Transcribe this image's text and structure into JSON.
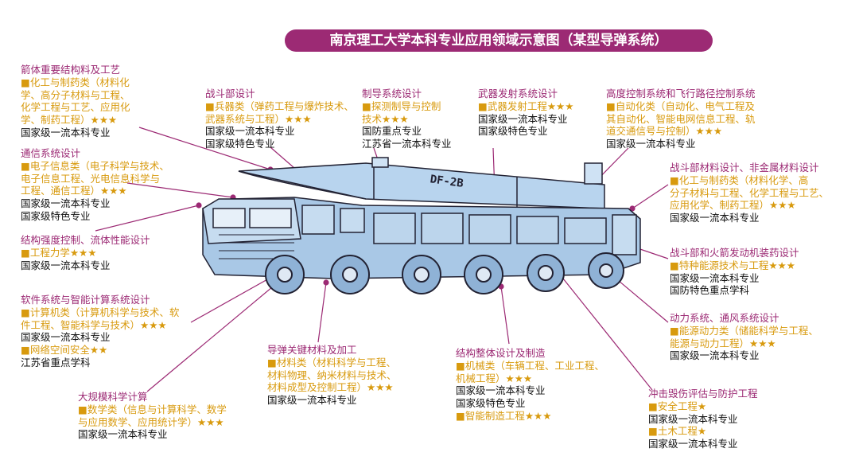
{
  "title": "南京理工大学本科专业应用领域示意图（某型导弹系统）",
  "missile_marking": "DF-2B",
  "annotations": [
    {
      "id": "a1",
      "heading": "箭体重要结构料及工艺",
      "lines": [
        {
          "t": "m",
          "v": "化工与制药类（材料化"
        },
        {
          "t": "m2",
          "v": "学、高分子材料与工程、"
        },
        {
          "t": "m2",
          "v": "化学工程与工艺、应用化"
        },
        {
          "t": "m2",
          "v": "学、制药工程）★★★"
        },
        {
          "t": "k",
          "v": "国家级一流本科专业"
        }
      ]
    },
    {
      "id": "a2",
      "heading": "通信系统设计",
      "lines": [
        {
          "t": "m",
          "v": "电子信息类（电子科学与技术、"
        },
        {
          "t": "m2",
          "v": "电子信息工程、光电信息科学与"
        },
        {
          "t": "m2",
          "v": "工程、通信工程）★★★"
        },
        {
          "t": "k",
          "v": "国家级一流本科专业"
        },
        {
          "t": "k",
          "v": "国家级特色专业"
        }
      ]
    },
    {
      "id": "a3",
      "heading": "结构强度控制、流体性能设计",
      "lines": [
        {
          "t": "m",
          "v": "工程力学★★★"
        },
        {
          "t": "k",
          "v": "国家级一流本科专业"
        }
      ]
    },
    {
      "id": "a4",
      "heading": "软件系统与智能计算系统设计",
      "lines": [
        {
          "t": "m",
          "v": "计算机类（计算机科学与技术、软"
        },
        {
          "t": "m2",
          "v": "件工程、智能科学与技术）★★★"
        },
        {
          "t": "k",
          "v": "国家级一流本科专业"
        },
        {
          "t": "m",
          "v": "网络空间安全★★"
        },
        {
          "t": "k",
          "v": "江苏省重点学科"
        }
      ]
    },
    {
      "id": "a5",
      "heading": "大规模科学计算",
      "lines": [
        {
          "t": "m",
          "v": "数学类（信息与计算科学、数学"
        },
        {
          "t": "m2",
          "v": "与应用数学、应用统计学）★★★"
        },
        {
          "t": "k",
          "v": "国家级一流本科专业"
        }
      ]
    },
    {
      "id": "a6",
      "heading": "战斗部设计",
      "lines": [
        {
          "t": "m",
          "v": "兵器类（弹药工程与爆炸技术、"
        },
        {
          "t": "m2",
          "v": "武器系统与工程）★★★"
        },
        {
          "t": "k",
          "v": "国家级一流本科专业"
        },
        {
          "t": "k",
          "v": "国家级特色专业"
        }
      ]
    },
    {
      "id": "a7",
      "heading": "制导系统设计",
      "lines": [
        {
          "t": "m",
          "v": "探测制导与控制"
        },
        {
          "t": "m2",
          "v": "技术★★★"
        },
        {
          "t": "k",
          "v": "国防重点专业"
        },
        {
          "t": "k",
          "v": "江苏省一流本科专业"
        }
      ]
    },
    {
      "id": "a8",
      "heading": "武器发射系统设计",
      "lines": [
        {
          "t": "m",
          "v": "武器发射工程★★★"
        },
        {
          "t": "k",
          "v": "国家级一流本科专业"
        },
        {
          "t": "k",
          "v": "国家级特色专业"
        }
      ]
    },
    {
      "id": "a9",
      "heading": "高度控制系统和飞行路径控制系统",
      "lines": [
        {
          "t": "m",
          "v": "自动化类（自动化、电气工程及"
        },
        {
          "t": "m2",
          "v": "其自动化、智能电网信息工程、轨"
        },
        {
          "t": "m2",
          "v": "道交通信号与控制）★★★"
        },
        {
          "t": "k",
          "v": "国家级一流本科专业"
        }
      ]
    },
    {
      "id": "a10",
      "heading": "战斗部材料设计、非金属材料设计",
      "lines": [
        {
          "t": "m",
          "v": "化工与制药类（材料化学、高"
        },
        {
          "t": "m2",
          "v": "分子材料与工程、化学工程与工艺、"
        },
        {
          "t": "m2",
          "v": "应用化学、制药工程）★★★"
        },
        {
          "t": "k",
          "v": "国家级一流本科专业"
        }
      ]
    },
    {
      "id": "a11",
      "heading": "战斗部和火箭发动机装药设计",
      "lines": [
        {
          "t": "m",
          "v": "特种能源技术与工程★★★"
        },
        {
          "t": "k",
          "v": "国家级一流本科专业"
        },
        {
          "t": "k",
          "v": "国防特色重点学科"
        }
      ]
    },
    {
      "id": "a12",
      "heading": "动力系统、通风系统设计",
      "lines": [
        {
          "t": "m",
          "v": "能源动力类（储能科学与工程、"
        },
        {
          "t": "m2",
          "v": "能源与动力工程）★★★"
        },
        {
          "t": "k",
          "v": "国家级一流本科专业"
        }
      ]
    },
    {
      "id": "a13",
      "heading": "导弹关键材料及加工",
      "lines": [
        {
          "t": "m",
          "v": "材料类（材料科学与工程、"
        },
        {
          "t": "m2",
          "v": "材料物理、纳米材料与技术、"
        },
        {
          "t": "m2",
          "v": "材料成型及控制工程）★★★"
        },
        {
          "t": "k",
          "v": "国家级一流本科专业"
        }
      ]
    },
    {
      "id": "a14",
      "heading": "结构整体设计及制造",
      "lines": [
        {
          "t": "m",
          "v": "机械类（车辆工程、工业工程、"
        },
        {
          "t": "m2",
          "v": "机械工程）★★★"
        },
        {
          "t": "k",
          "v": "国家级一流本科专业"
        },
        {
          "t": "k",
          "v": "国家级特色专业"
        },
        {
          "t": "m",
          "v": "智能制造工程★★★"
        }
      ]
    },
    {
      "id": "a15",
      "heading": "冲击毁伤评估与防护工程",
      "lines": [
        {
          "t": "m",
          "v": "安全工程★"
        },
        {
          "t": "k",
          "v": "国家级一流本科专业"
        },
        {
          "t": "m",
          "v": "土木工程★"
        },
        {
          "t": "k",
          "v": "国家级一流本科专业"
        }
      ]
    }
  ]
}
